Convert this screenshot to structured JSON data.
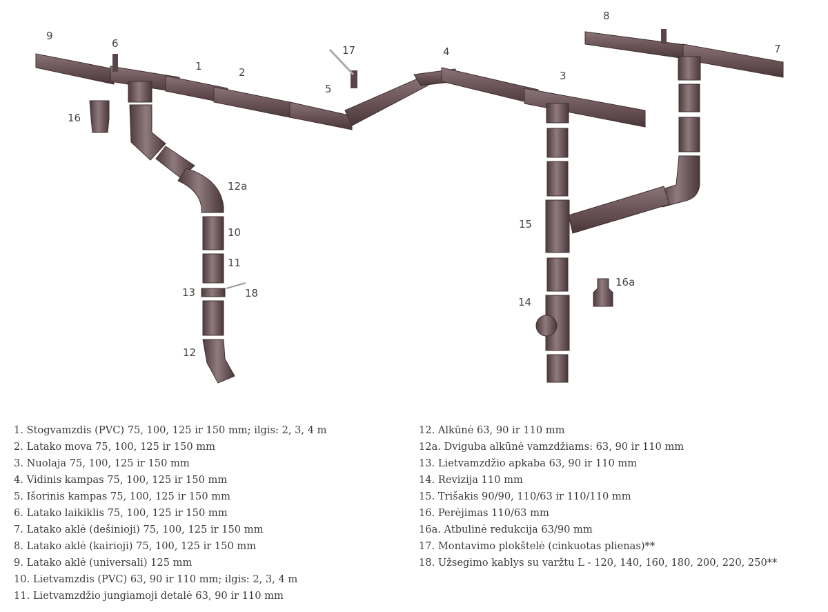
{
  "callouts": {
    "c1": "1",
    "c2": "2",
    "c3": "3",
    "c4": "4",
    "c5": "5",
    "c6": "6",
    "c7": "7",
    "c8": "8",
    "c9": "9",
    "c10": "10",
    "c11": "11",
    "c12": "12",
    "c12a": "12a",
    "c13": "13",
    "c14": "14",
    "c15": "15",
    "c16": "16",
    "c16a": "16a",
    "c17": "17",
    "c18": "18"
  },
  "legend": {
    "left": [
      "1. Stogvamzdis (PVC) 75, 100, 125 ir 150 mm; ilgis: 2, 3, 4 m",
      "2. Latako mova 75, 100, 125 ir 150 mm",
      "3. Nuolaja 75, 100, 125 ir 150 mm",
      "4. Vidinis kampas 75, 100, 125 ir 150 mm",
      "5. Išorinis kampas 75, 100, 125 ir 150 mm",
      "6. Latako laikiklis 75, 100, 125 ir 150 mm",
      "7. Latako aklė (dešinioji) 75, 100, 125 ir 150 mm",
      "8. Latako aklė (kairioji) 75, 100, 125 ir 150 mm",
      "9. Latako aklė (universali) 125 mm",
      "10. Lietvamzdis (PVC) 63, 90 ir 110 mm; ilgis: 2, 3, 4 m",
      "11. Lietvamzdžio jungiamoji detalė 63, 90 ir 110 mm"
    ],
    "right": [
      "12. Alkūnė 63, 90 ir 110 mm",
      "12a. Dviguba alkūnė vamzdžiams: 63, 90 ir 110 mm",
      "13. Lietvamzdžio apkaba 63, 90 ir 110 mm",
      "14. Revizija 110 mm",
      "15. Trišakis 90/90, 110/63 ir 110/110 mm",
      "16. Perėjimas 110/63 mm",
      "16a. Atbulinė redukcija 63/90 mm",
      "17. Montavimo plokštelė (cinkuotas plienas)**",
      "18. Užsegimo kablys su varžtu L - 120, 140, 160, 180, 200, 220, 250**"
    ]
  },
  "colors": {
    "pipe": "#6b5457",
    "pipe_dark": "#4e3b3e",
    "pipe_light": "#8f7a7d",
    "text": "#3a3a3a"
  }
}
